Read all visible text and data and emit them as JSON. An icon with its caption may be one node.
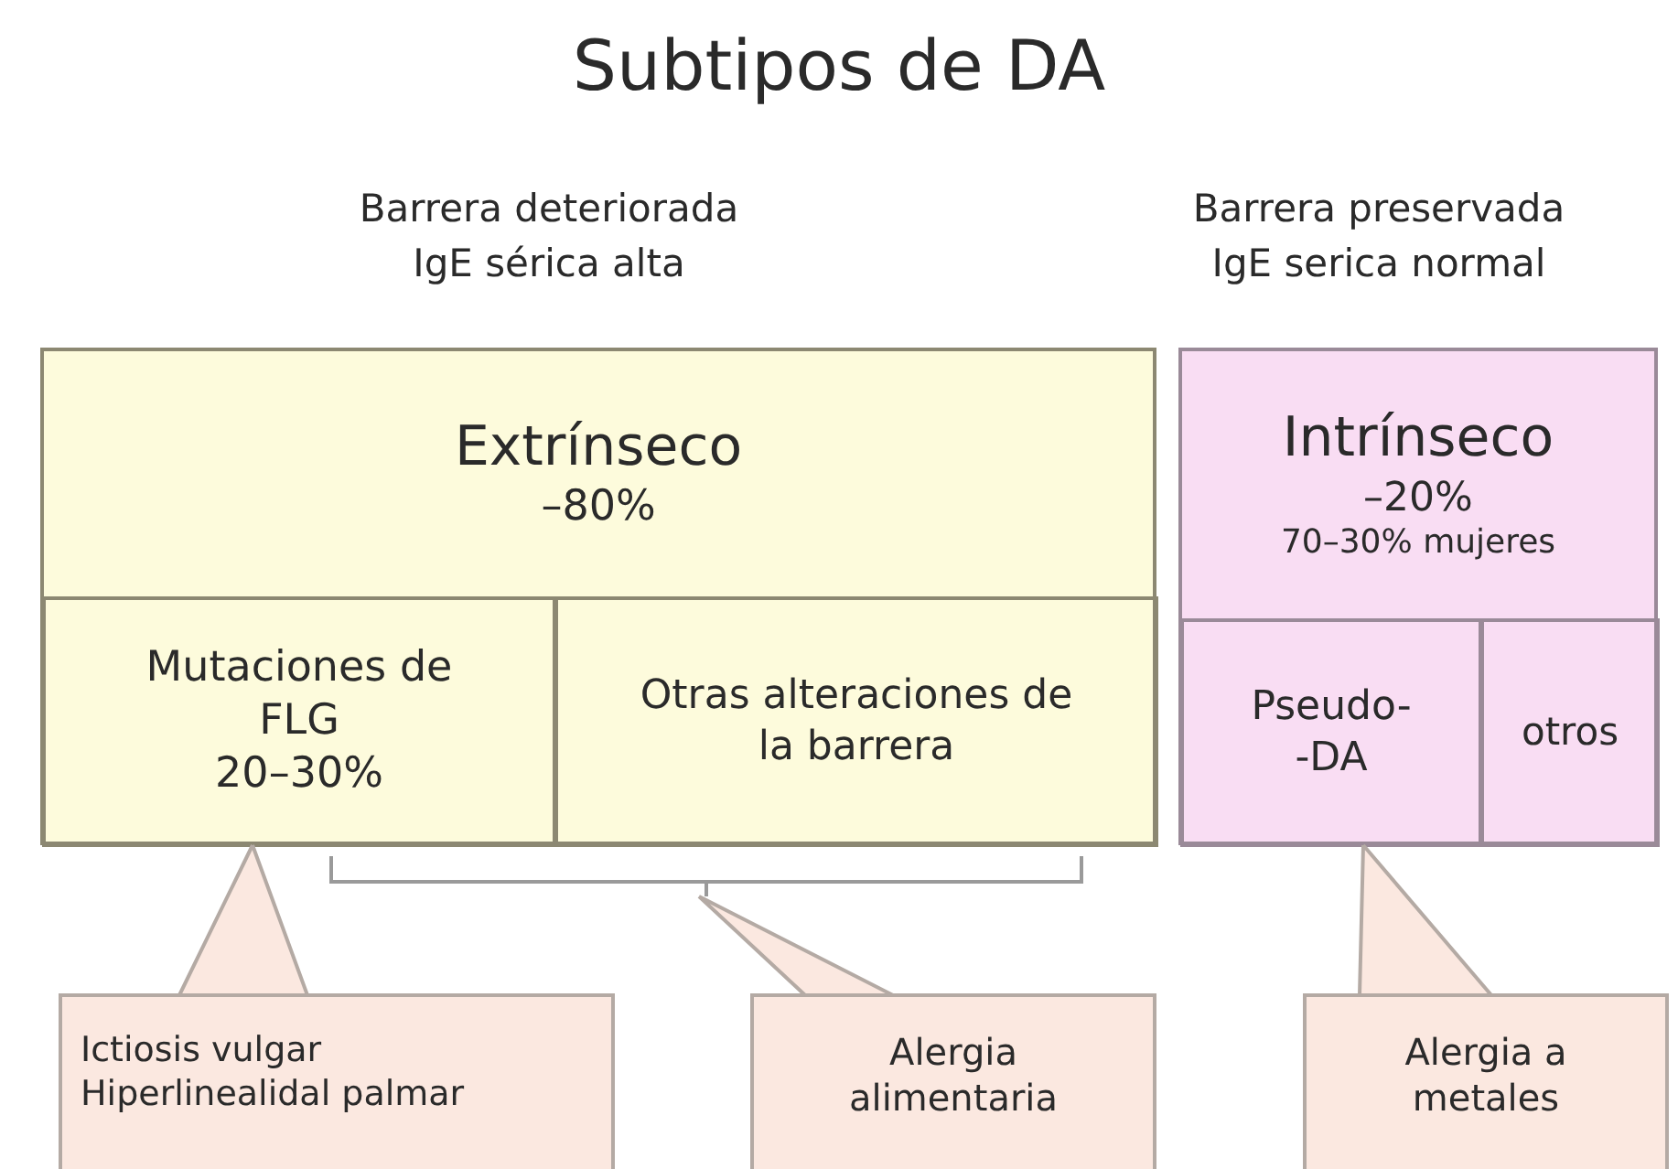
{
  "diagram": {
    "title": "Subtipos de DA",
    "nodes": [
      {
        "text": [
          "Extrínseco",
          "–80%"
        ],
        "beside": [
          "Barrera deteriorada",
          "IgE sérica alta"
        ]
      },
      {
        "text": [
          "Mutaciones de FLG",
          "20–30%"
        ],
        "in": 0
      },
      {
        "text": [
          "Otras alteraciones de la barrera"
        ],
        "in": 0
      },
      {
        "text": [
          "Intrínseco",
          "–20%",
          "70–30% mujeres"
        ],
        "beside": [
          "Barrera preservada",
          "IgE serica normal"
        ]
      },
      {
        "text": [
          "Pseudo- -DA"
        ],
        "in": 3
      },
      {
        "text": [
          "otros"
        ],
        "in": 3
      },
      {
        "text": [
          "Ictiosis vulgar",
          "Hiperlinealidal palmar"
        ]
      },
      {
        "text": [
          "Alergia alimentaria"
        ]
      },
      {
        "text": [
          "Alergia a metales"
        ]
      },
      {
        "text": [],
        "shape": "bracket"
      }
    ],
    "edges": [
      {
        "from": 6,
        "to": 1,
        "arrow": "none"
      },
      {
        "from": 7,
        "to": 9,
        "arrow": "none"
      },
      {
        "from": 8,
        "to": 4,
        "arrow": "none"
      }
    ]
  }
}
